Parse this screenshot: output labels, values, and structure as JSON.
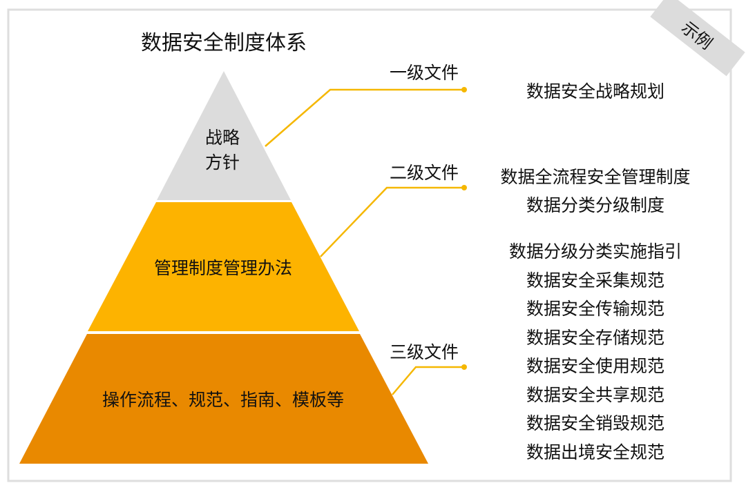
{
  "title": "数据安全制度体系",
  "ribbon": "示例",
  "colors": {
    "tier1": "#dcdcdc",
    "tier2": "#fdb300",
    "tier3": "#e98900",
    "connector": "#f5b700",
    "frame": "#dedede"
  },
  "tiers": [
    {
      "name_line1": "战略",
      "name_line2": "方针",
      "level": "一级文件",
      "docs": [
        "数据安全战略规划"
      ]
    },
    {
      "name": "管理制度管理办法",
      "level": "二级文件",
      "docs": [
        "数据全流程安全管理制度",
        "数据分类分级制度"
      ]
    },
    {
      "name": "操作流程、规范、指南、模板等",
      "level": "三级文件",
      "docs": [
        "数据分级分类实施指引",
        "数据安全采集规范",
        "数据安全传输规范",
        "数据安全存储规范",
        "数据安全使用规范",
        "数据安全共享规范",
        "数据安全销毁规范",
        "数据出境安全规范"
      ]
    }
  ]
}
